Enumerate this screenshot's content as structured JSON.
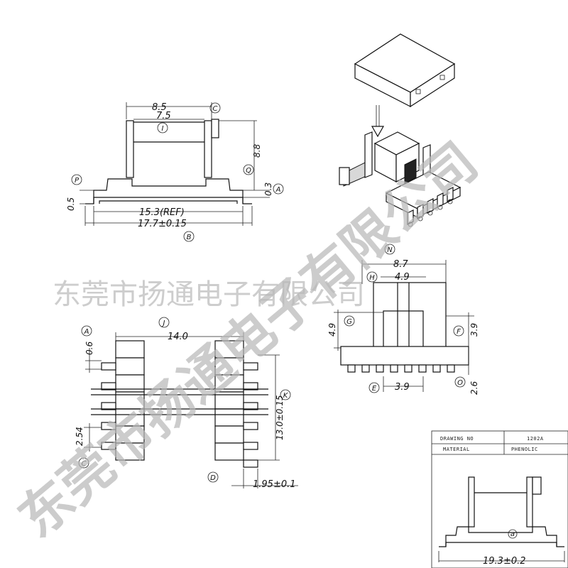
{
  "side_view": {
    "dim_top_outer": "8.5",
    "dim_top_inner": "7.5",
    "label_c": "C",
    "label_i": "I",
    "dim_height": "8.8",
    "label_q": "Q",
    "dim_step": "0.3",
    "label_a": "A",
    "label_p": "P",
    "dim_base": "0.5",
    "dim_ref": "15.3(REF)",
    "dim_total": "17.7±0.15",
    "label_b": "B"
  },
  "bottom_view": {
    "label_j": "J",
    "dim_width": "14.0",
    "label_a": "A",
    "dim_pin": "0.6",
    "label_k": "K",
    "dim_length": "13.0±0.15",
    "label_c": "C",
    "dim_pitch": "2.54",
    "label_d": "D",
    "dim_pin_len": "1.95±0.1"
  },
  "end_view": {
    "label_n": "N",
    "dim_width": "8.7",
    "label_h": "H",
    "dim_inner": "4.9",
    "label_g": "G",
    "dim_height": "4.9",
    "label_f": "F",
    "dim_right": "3.9",
    "label_e": "E",
    "dim_bottom": "3.9",
    "label_o": "O",
    "dim_base": "2.6"
  },
  "title_block": {
    "drawing_no_label": "DRAWING NO",
    "drawing_no_value": "1202A",
    "material_label": "MATERIAL",
    "material_value": "PHENOLIC",
    "dim_total": "19.3±0.2",
    "label_a": "a"
  },
  "watermark": {
    "big": "东莞市扬通电子有限公司",
    "small": "东莞市扬通电子有限公司"
  },
  "colors": {
    "line": "#111111",
    "watermark": "#b8b8b8",
    "background": "#ffffff"
  }
}
